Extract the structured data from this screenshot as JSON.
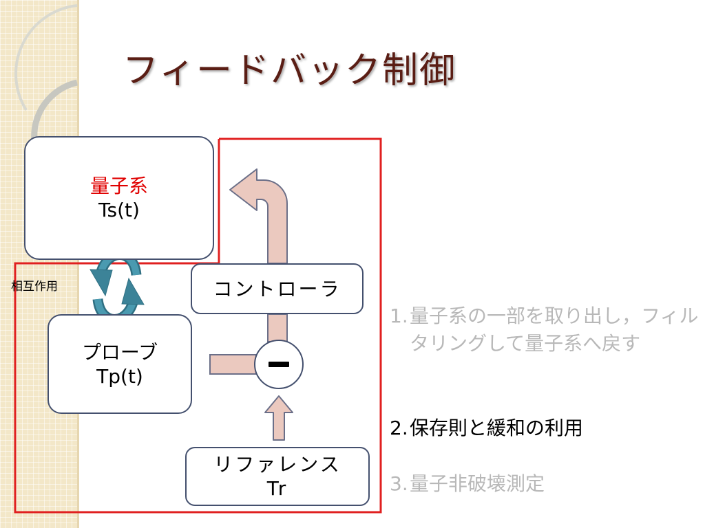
{
  "slide": {
    "title": "フィードバック制御"
  },
  "diagram": {
    "quantum_system": {
      "name": "量子系",
      "variable": "Ts(t)"
    },
    "probe": {
      "name": "プローブ",
      "variable": "Tp(t)"
    },
    "controller": {
      "name": "コントローラ"
    },
    "reference": {
      "name": "リファレンス",
      "variable": "Tr"
    },
    "interaction_label": "相互作用",
    "comparator_symbol": "minus",
    "colors": {
      "feedback_loop_outline": "#e02020",
      "arrow_fill": "#ebc9bf",
      "arrow_stroke": "#6b6f88",
      "cycle_arrows": "#3c8398",
      "box_border": "#44506e",
      "title": "#5a1d14"
    }
  },
  "list": {
    "items": [
      {
        "num": "1.",
        "text": "量子系の一部を取り出し，フィルタリングして量子系へ戻す",
        "state": "dimmed"
      },
      {
        "num": "2.",
        "text": "保存則と緩和の利用",
        "state": "active"
      },
      {
        "num": "3.",
        "text": "量子非破壊測定",
        "state": "dimmed"
      }
    ]
  }
}
